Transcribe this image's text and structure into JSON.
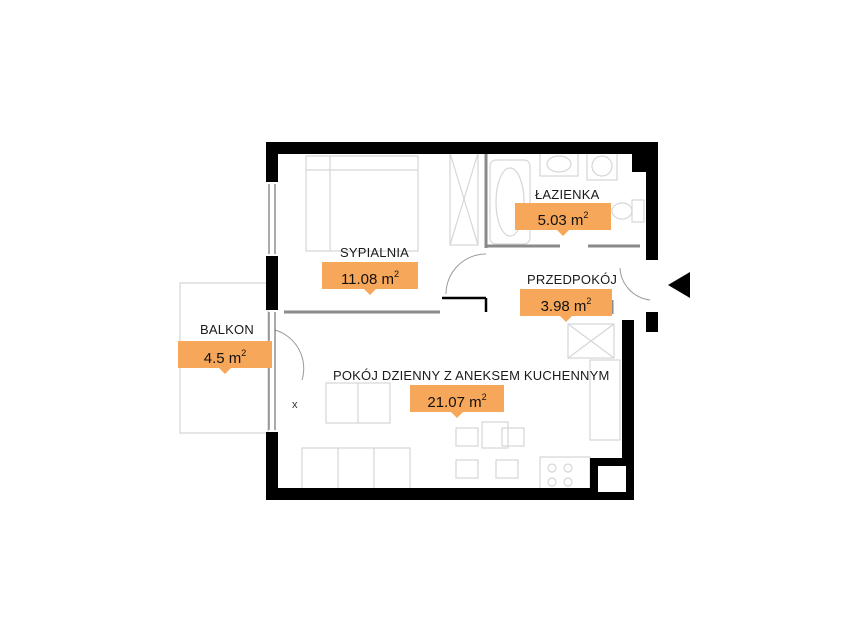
{
  "rooms": {
    "sypialnia": {
      "name": "SYPIALNIA",
      "area": "11.08 m",
      "unit_sup": "2"
    },
    "lazienka": {
      "name": "ŁAZIENKA",
      "area": "5.03 m",
      "unit_sup": "2"
    },
    "przedpokoj": {
      "name": "PRZEDPOKÓJ",
      "area": "3.98 m",
      "unit_sup": "2"
    },
    "balkon": {
      "name": "BALKON",
      "area": "4.5 m",
      "unit_sup": "2"
    },
    "pokoj": {
      "name": "POKÓJ DZIENNY Z ANEKSEM KUCHENNYM",
      "area": "21.07 m",
      "unit_sup": "2"
    }
  },
  "colors": {
    "wall": "#000000",
    "tag": "#f6a75a",
    "furniture": "#d6d6d6",
    "partition": "#8a8a8a"
  },
  "icons": {
    "entrance": "entrance-arrow-icon"
  }
}
